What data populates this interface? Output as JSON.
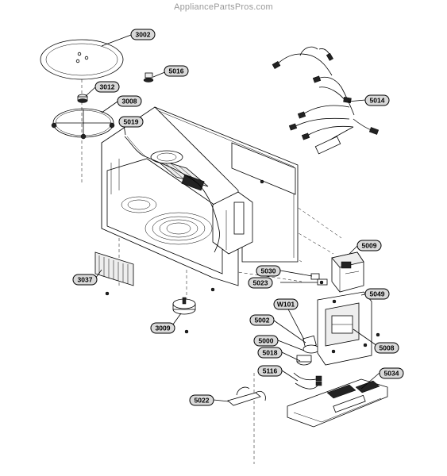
{
  "watermark": "AppliancePartsPros.com",
  "labels": {
    "p3002": "3002",
    "p3012": "3012",
    "p3008": "3008",
    "p5016": "5016",
    "p5019": "5019",
    "p5014": "5014",
    "p5009": "5009",
    "p5030": "5030",
    "p5023": "5023",
    "p3037": "3037",
    "pW101": "W101",
    "p5049": "5049",
    "p5002": "5002",
    "p3009": "3009",
    "p5000": "5000",
    "p5008": "5008",
    "p5018": "5018",
    "p5116": "5116",
    "p5034": "5034",
    "p5022": "5022"
  }
}
